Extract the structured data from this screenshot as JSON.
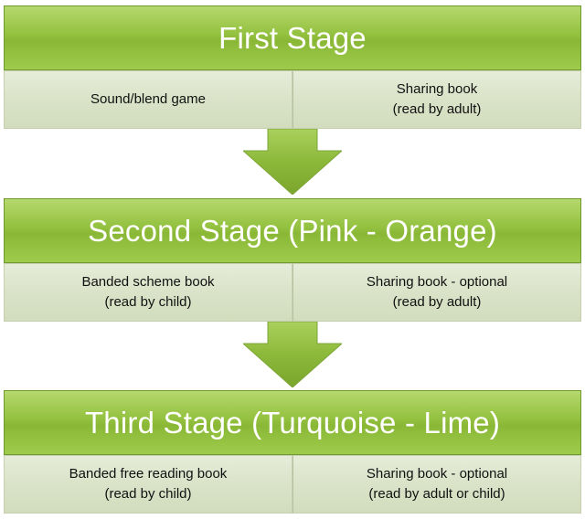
{
  "stages": [
    {
      "title": "First Stage",
      "left": {
        "line1": "Sound/blend game",
        "line2": ""
      },
      "right": {
        "line1": "Sharing book",
        "line2": "(read by adult)"
      }
    },
    {
      "title": "Second Stage (Pink - Orange)",
      "left": {
        "line1": "Banded scheme book",
        "line2": "(read by child)"
      },
      "right": {
        "line1": "Sharing book - optional",
        "line2": "(read by adult)"
      }
    },
    {
      "title": "Third Stage (Turquoise - Lime)",
      "left": {
        "line1": "Banded free reading book",
        "line2": "(read by child)"
      },
      "right": {
        "line1": "Sharing book - optional",
        "line2": "(read by adult or child)"
      }
    }
  ],
  "colors": {
    "header_green": "#93c13f",
    "body_grey_green": "#dae3c8",
    "arrow_green": "#8fbc3a"
  },
  "icons": {
    "flow_arrow": "down-arrow-icon"
  }
}
